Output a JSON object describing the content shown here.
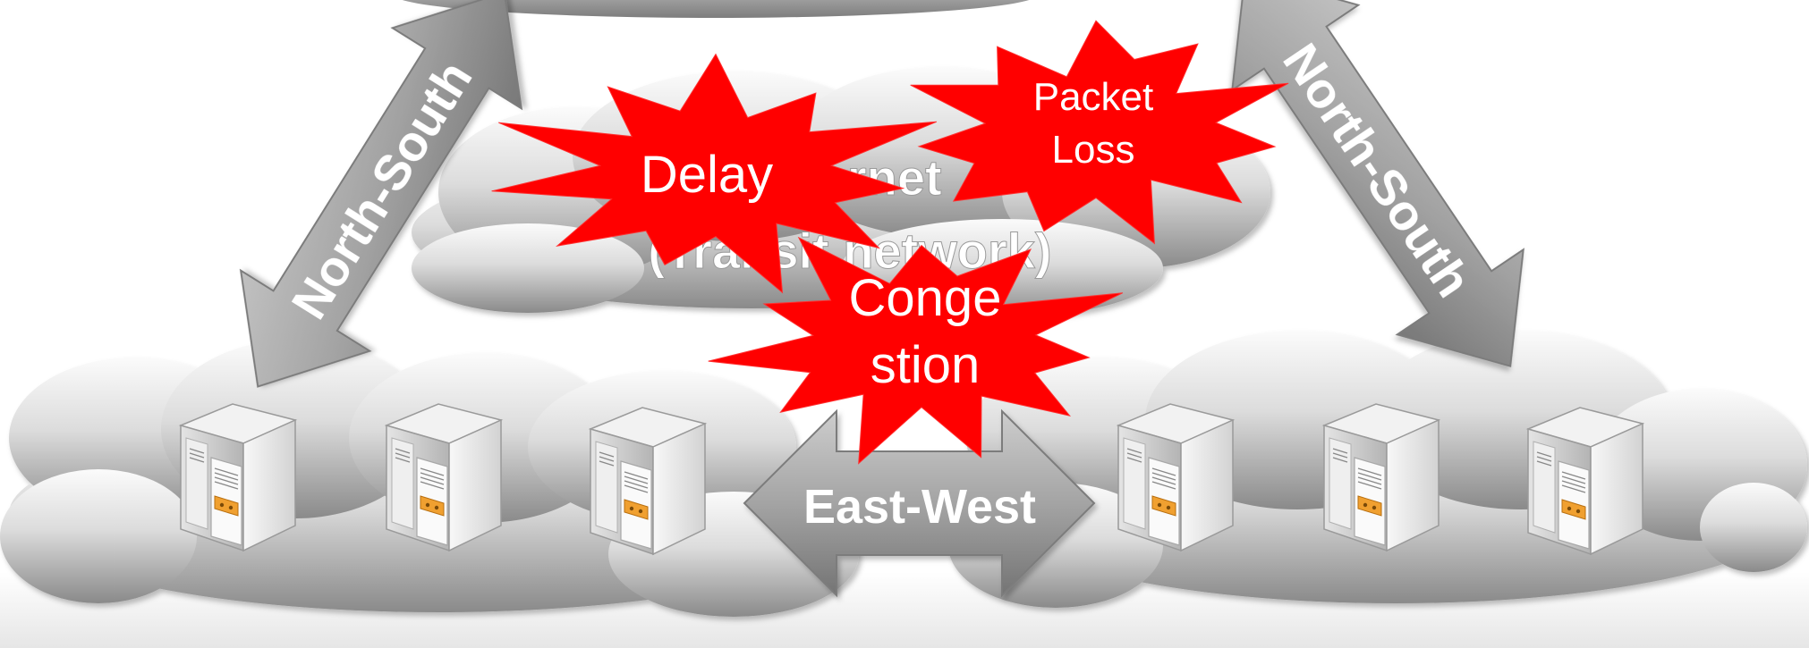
{
  "diagram": {
    "transit_cloud": {
      "line1": "Internet",
      "line2": "(Transit network)"
    },
    "arrows": {
      "left_vertical": "North-South",
      "right_vertical": "North-South",
      "horizontal": "East-West"
    },
    "bursts": {
      "delay": "Delay",
      "packet_loss_line1": "Packet",
      "packet_loss_line2": "Loss",
      "congestion_line1": "Conge",
      "congestion_line2": "stion"
    }
  },
  "colors": {
    "burst": "#ff0000",
    "cloud_light": "#f4f4f4",
    "cloud_dark": "#8c8c8c",
    "arrow": "#9a9a9a",
    "label_white": "#ffffff",
    "server_accent": "#f0a030"
  }
}
